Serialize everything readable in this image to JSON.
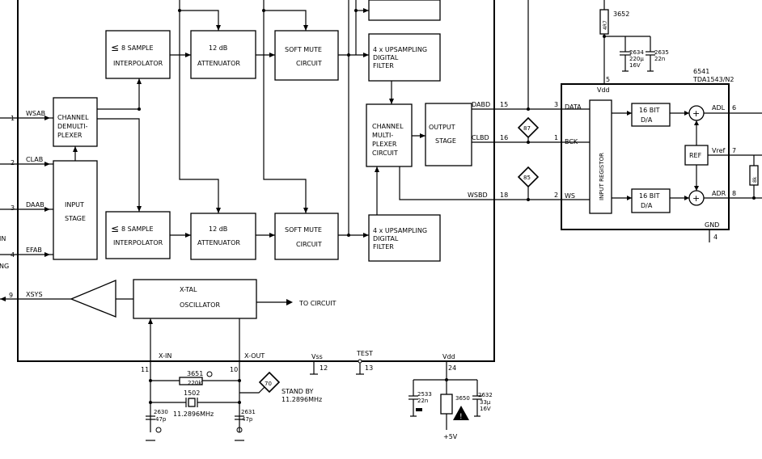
{
  "blocks": {
    "interp_top": [
      "8 SAMPLE",
      "INTERPOLATOR"
    ],
    "interp_bot": [
      "8 SAMPLE",
      "INTERPOLATOR"
    ],
    "atten_top": [
      "12 dB",
      "ATTENUATOR"
    ],
    "atten_bot": [
      "12 dB",
      "ATTENUATOR"
    ],
    "mute_top": [
      "SOFT MUTE",
      "CIRCUIT"
    ],
    "mute_bot": [
      "SOFT MUTE",
      "CIRCUIT"
    ],
    "ups_top": [
      "4 x UPSAMPLING",
      "DIGITAL",
      "FILTER"
    ],
    "ups_bot": [
      "4 x UPSAMPLING",
      "DIGITAL",
      "FILTER"
    ],
    "demux": [
      "CHANNEL",
      "DEMULTI-",
      "PLEXER"
    ],
    "input_stage": [
      "INPUT",
      "STAGE"
    ],
    "mux": [
      "CHANNEL",
      "MULTI-",
      "PLEXER",
      "CIRCUIT"
    ],
    "output_stage": [
      "OUTPUT",
      "STAGE"
    ],
    "xtal": [
      "X-TAL",
      "OSCILLATOR"
    ],
    "input_register": "INPUT REGISTOR",
    "dac_top": [
      "16 BIT",
      "D/A"
    ],
    "dac_bot": [
      "16 BIT",
      "D/A"
    ],
    "ref": "REF"
  },
  "pins_left": [
    {
      "num": "1",
      "name": "WSAB"
    },
    {
      "num": "2",
      "name": "CLAB"
    },
    {
      "num": "3",
      "name": "DAAB"
    },
    {
      "num": "4",
      "name": "EFAB"
    },
    {
      "num": "9",
      "name": "XSYS"
    }
  ],
  "edge_labels": {
    "in_fragment": "IN",
    "ng_fragment": "NG"
  },
  "pins_right": [
    {
      "num": "15",
      "name": "DABD"
    },
    {
      "num": "16",
      "name": "CLBD"
    },
    {
      "num": "18",
      "name": "WSBD"
    }
  ],
  "pins_bottom": {
    "xin": "X-IN",
    "xin_num": "11",
    "xout": "X-OUT",
    "xout_num": "10",
    "vss": "Vss",
    "vss_num": "12",
    "test": "TEST",
    "test_num": "13",
    "vdd": "Vdd",
    "vdd_num": "24"
  },
  "to_circuit": "TO CIRCUIT",
  "dac_chip": {
    "ref": "6541",
    "part": "TDA1543/N2",
    "vdd": "Vdd",
    "vdd_pin": "5",
    "gnd": "GND",
    "gnd_pin": "4",
    "pin_data": {
      "num": "3",
      "name": "DATA"
    },
    "pin_bck": {
      "num": "1",
      "name": "BCK"
    },
    "pin_ws": {
      "num": "2",
      "name": "WS"
    },
    "pin_adl": {
      "num": "6",
      "name": "ADL"
    },
    "pin_vref": {
      "num": "7",
      "name": "Vref"
    },
    "pin_adr": {
      "num": "8",
      "name": "ADR"
    }
  },
  "test_points": [
    "87",
    "85",
    "70"
  ],
  "components": {
    "r3652": "3652",
    "r3652_val": "4R7",
    "c2634": [
      "2634",
      "220µ",
      "16V"
    ],
    "c2635": [
      "2635",
      "22n"
    ],
    "r3651": "3651",
    "r3651_val": "220k",
    "x1502": [
      "1502",
      "11.2896MHz"
    ],
    "c2630": [
      "2630",
      "47p"
    ],
    "c2631": [
      "2631",
      "47p"
    ],
    "c2533": [
      "2533",
      "22n"
    ],
    "l3650": "3650",
    "c2632": [
      "2632",
      "33µ",
      "16V"
    ],
    "plus5v": "+5V",
    "r_vref_val": "8k",
    "standby": [
      "STAND BY",
      "11.2896MHz"
    ]
  }
}
